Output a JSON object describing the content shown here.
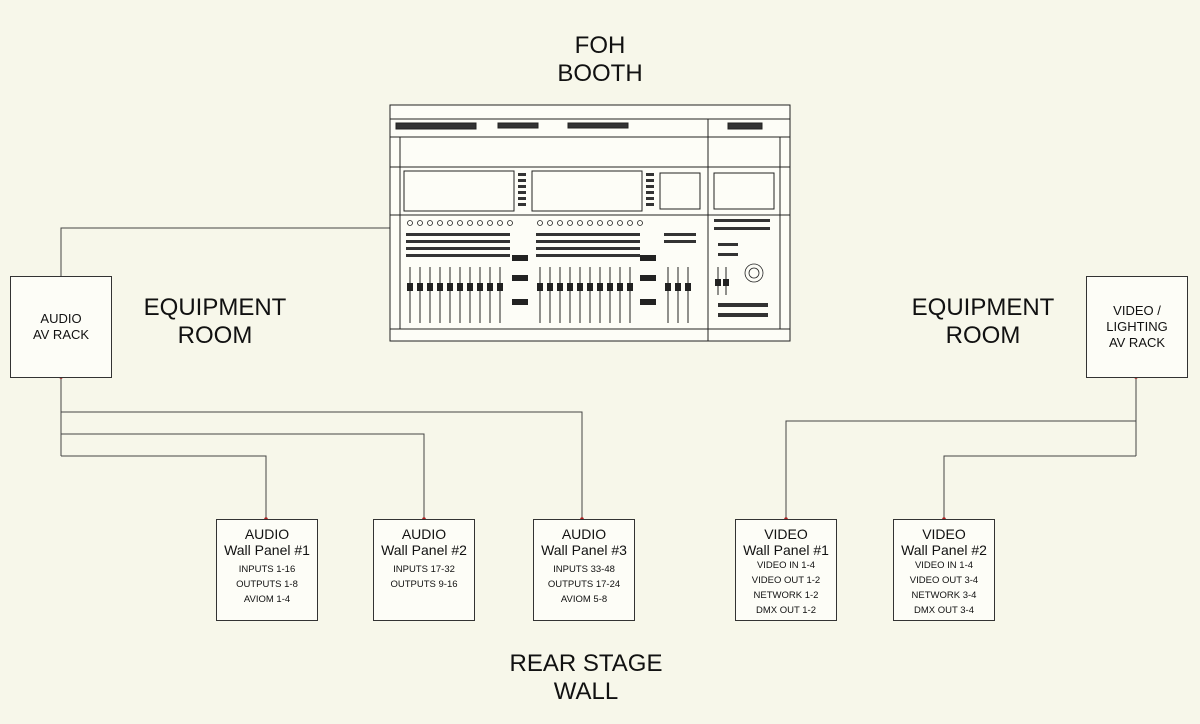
{
  "labels": {
    "foh": [
      "FOH",
      "BOOTH"
    ],
    "equipment_left": [
      "EQUIPMENT",
      "ROOM"
    ],
    "equipment_right": [
      "EQUIPMENT",
      "ROOM"
    ],
    "rear_stage": [
      "REAR STAGE",
      "WALL"
    ]
  },
  "racks": {
    "audio": [
      "AUDIO",
      "AV RACK"
    ],
    "video": [
      "VIDEO /",
      "LIGHTING",
      "AV RACK"
    ]
  },
  "panels": [
    {
      "id": "audio-1",
      "title": [
        "AUDIO",
        "Wall Panel #1"
      ],
      "details": [
        "INPUTS 1-16",
        "OUTPUTS 1-8",
        "AVIOM 1-4"
      ]
    },
    {
      "id": "audio-2",
      "title": [
        "AUDIO",
        "Wall Panel #2"
      ],
      "details": [
        "INPUTS 17-32",
        "OUTPUTS 9-16"
      ]
    },
    {
      "id": "audio-3",
      "title": [
        "AUDIO",
        "Wall Panel #3"
      ],
      "details": [
        "INPUTS 33-48",
        "OUTPUTS 17-24",
        "AVIOM 5-8"
      ]
    },
    {
      "id": "video-1",
      "title": [
        "VIDEO",
        "Wall Panel #1"
      ],
      "details": [
        "VIDEO IN 1-4",
        "VIDEO OUT 1-2",
        "NETWORK 1-2",
        "DMX OUT 1-2"
      ]
    },
    {
      "id": "video-2",
      "title": [
        "VIDEO",
        "Wall Panel #2"
      ],
      "details": [
        "VIDEO IN 1-4",
        "VIDEO OUT 3-4",
        "NETWORK 3-4",
        "DMX OUT 3-4"
      ]
    }
  ],
  "colors": {
    "background": "#f7f7ea",
    "line": "#444444",
    "connector": "#b02020"
  }
}
